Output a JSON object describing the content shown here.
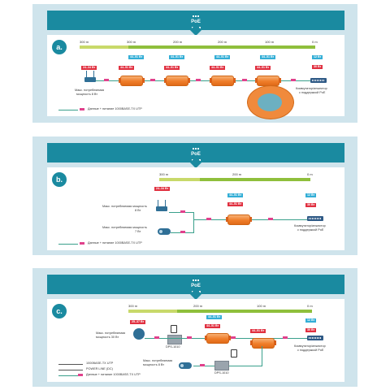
{
  "brand": {
    "logo_text": "PoE"
  },
  "colors": {
    "header": "#1a8aa0",
    "panel": "#cfe4ec",
    "injector": "#ef7d2a",
    "tag_blue": "#33aed6",
    "tag_red": "#e03040",
    "data_line": "#3aa08c",
    "pink": "#e0418c"
  },
  "panel_a": {
    "badge": "a.",
    "distances": [
      "300 m",
      "300 m",
      "200 m",
      "200 m",
      "100 m",
      "0 m"
    ],
    "source_tag": "24–34 Вт",
    "injector_tags": [
      "44–51 Вт",
      "44–51 Вт",
      "44–51 Вт",
      "44–51 Вт"
    ],
    "top_tags": [
      "44–51 Вт",
      "44–51 Вт",
      "44–51 Вт",
      "44–51 Вт",
      "12 Вт"
    ],
    "switch_tag": "30 Вт",
    "device_label_1": "Макс. потребляемая",
    "device_label_2": "мощность 8 Вт",
    "switch_label_1": "Коммутатор/инжектор",
    "switch_label_2": "с поддержкой PoE",
    "legend": "Данные + питание 1000BASE-TX UTP"
  },
  "panel_b": {
    "badge": "b.",
    "distances": [
      "300 m",
      "200 m",
      "0 m"
    ],
    "router_tag": "24–34 Вт",
    "injector_tags": [
      "44–51 Вт",
      "44–51 Вт"
    ],
    "switch_tags": [
      "12 Вт",
      "30 Вт"
    ],
    "device1_label_1": "Макс. потребляемая мощность",
    "device1_label_2": "8 Вт",
    "device2_label_1": "Макс. потребляемая мощность",
    "device2_label_2": "7 Вт",
    "switch_label_1": "Коммутатор/инжектор",
    "switch_label_2": "с поддержкой PoE",
    "legend": "Данные + питание 1000BASE-TX UTP"
  },
  "panel_c": {
    "badge": "c.",
    "distances": [
      "300 m",
      "200 m",
      "100 m",
      "0 m"
    ],
    "device_tag": "25–37 Вт",
    "injector_tags": [
      "44–51 Вт",
      "44–51 Вт"
    ],
    "top_tags": [
      "44–51 Вт",
      "12 Вт"
    ],
    "switch_tag": "30 Вт",
    "device1_label_1": "Макс. потребляемая",
    "device1_label_2": "мощность 30 Вт",
    "device2_label_1": "Макс. потребляемая",
    "device2_label_2": "мощность 8 Вт",
    "dps1": "DPS-1010",
    "dps2": "DPS-1010",
    "switch_label_1": "Коммутатор/инжектор",
    "switch_label_2": "с поддержкой PoE",
    "legend": [
      "1000BASE-TX UTP",
      "POWER LINE (DC)",
      "Данные + питание 1000BASE-TX UTP"
    ]
  }
}
